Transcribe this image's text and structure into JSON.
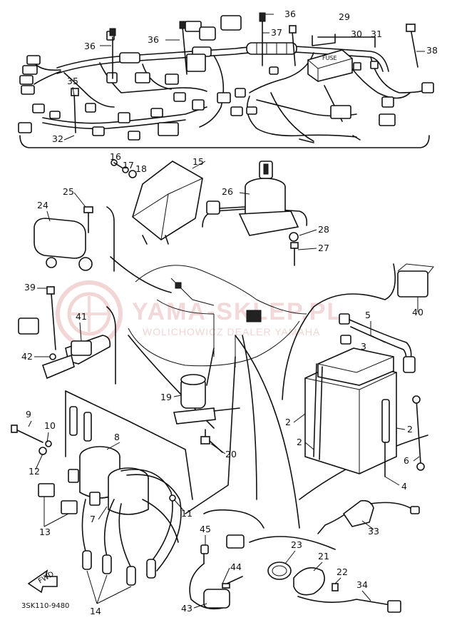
{
  "labels": {
    "l2a": "2",
    "l2b": "2",
    "l2c": "2",
    "l3": "3",
    "l4": "4",
    "l5": "5",
    "l6": "6",
    "l7": "7",
    "l8": "8",
    "l9": "9",
    "l10": "10",
    "l11": "11",
    "l12": "12",
    "l13": "13",
    "l14": "14",
    "l15": "15",
    "l16": "16",
    "l17": "17",
    "l18": "18",
    "l19": "19",
    "l20": "20",
    "l21": "21",
    "l22": "22",
    "l23": "23",
    "l24": "24",
    "l25": "25",
    "l26": "26",
    "l27": "27",
    "l28": "28",
    "l29": "29",
    "l30": "30",
    "l31": "31",
    "l32": "32",
    "l33": "33",
    "l34": "34",
    "l35": "35",
    "l36a": "36",
    "l36b": "36",
    "l36c": "36",
    "l37": "37",
    "l38": "38",
    "l39": "39",
    "l40": "40",
    "l41": "41",
    "l42": "42",
    "l43": "43",
    "l44": "44",
    "l45": "45"
  },
  "fuse_label": "FUSE",
  "fwd_label": "FWD",
  "diagram_code": "3SK110-9480",
  "watermark": {
    "main": "YAMA-SKLEP.PL",
    "sub": "WOLICHOWICZ DEALER YAMAHA"
  },
  "colors": {
    "ink": "#111111",
    "watermark": "#e9b9b9",
    "background": "#ffffff"
  }
}
